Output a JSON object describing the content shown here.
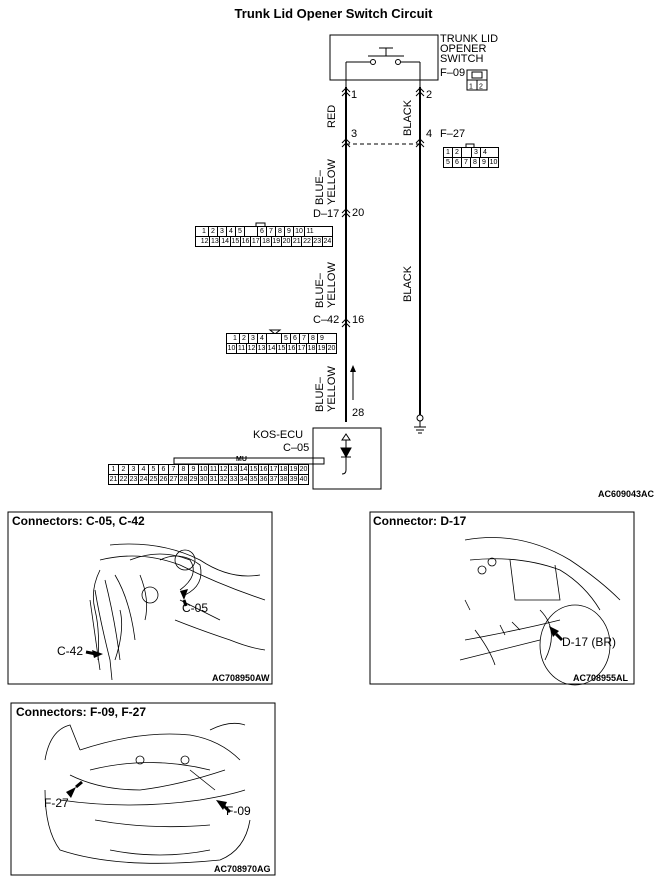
{
  "title": "Trunk Lid Opener Switch Circuit",
  "switch": {
    "name_lines": [
      "TRUNK LID",
      "OPENER",
      "SWITCH"
    ],
    "connector": "F–09",
    "pins": [
      "1",
      "2"
    ]
  },
  "f27": {
    "label": "F–27",
    "row1": [
      "1",
      "2",
      "",
      "3",
      "4"
    ],
    "row2": [
      "5",
      "6",
      "7",
      "8",
      "9",
      "10"
    ]
  },
  "d17": {
    "label": "D–17",
    "row1": [
      "1",
      "2",
      "3",
      "4",
      "5",
      "",
      "6",
      "7",
      "8",
      "9",
      "10",
      "11"
    ],
    "row2": [
      "12",
      "13",
      "14",
      "15",
      "16",
      "17",
      "18",
      "19",
      "20",
      "21",
      "22",
      "23",
      "24"
    ]
  },
  "c42": {
    "label": "C–42",
    "row1": [
      "1",
      "2",
      "3",
      "4",
      "",
      "5",
      "6",
      "7",
      "8",
      "9"
    ],
    "row2": [
      "10",
      "11",
      "12",
      "13",
      "14",
      "15",
      "16",
      "17",
      "18",
      "19",
      "20"
    ]
  },
  "c05conn": {
    "row1": [
      "1",
      "2",
      "3",
      "4",
      "5",
      "6",
      "7",
      "8",
      "9",
      "10",
      "11",
      "12",
      "13",
      "14",
      "15",
      "16",
      "17",
      "18",
      "19",
      "20"
    ],
    "row2": [
      "21",
      "22",
      "23",
      "24",
      "25",
      "26",
      "27",
      "28",
      "29",
      "30",
      "31",
      "32",
      "33",
      "34",
      "35",
      "36",
      "37",
      "38",
      "39",
      "40"
    ],
    "mu": "MU"
  },
  "ecu": {
    "name": "KOS-ECU",
    "connector": "C–05"
  },
  "pins": {
    "p1": "1",
    "p2": "2",
    "p3": "3",
    "p4": "4",
    "p20": "20",
    "p16": "16",
    "p28": "28"
  },
  "wires": {
    "red": "RED",
    "black": "BLACK",
    "blue_yellow_1": "BLUE–",
    "blue_yellow_2": "YELLOW"
  },
  "diagram_code": "AC609043AC",
  "panels": {
    "p1": {
      "label": "Connectors: C-05, C-42",
      "callout_a": "C-05",
      "callout_b": "C-42",
      "code": "AC708950AW"
    },
    "p2": {
      "label": "Connector: D-17",
      "callout_a": "D-17 (BR)",
      "code": "AC708955AL"
    },
    "p3": {
      "label": "Connectors: F-09, F-27",
      "callout_a": "F-27",
      "callout_b": "F-09",
      "code": "AC708970AG"
    }
  }
}
